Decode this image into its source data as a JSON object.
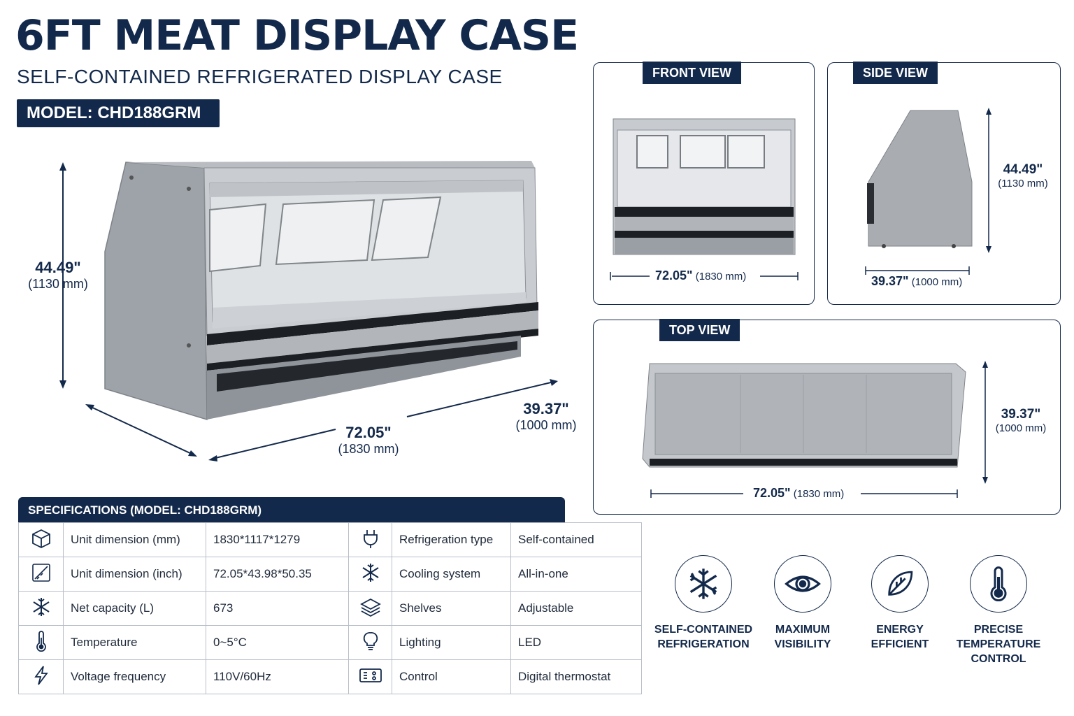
{
  "header": {
    "title": "6FT MEAT DISPLAY CASE",
    "subtitle": "SELF-CONTAINED REFRIGERATED DISPLAY CASE",
    "model": "MODEL: CHD188GRM"
  },
  "main_dimensions": {
    "height_in": "44.49\"",
    "height_mm": "(1130 mm)",
    "width_in": "72.05\"",
    "width_mm": "(1830 mm)",
    "depth_in": "39.37\"",
    "depth_mm": "(1000 mm)"
  },
  "views": {
    "front": {
      "label": "FRONT VIEW",
      "width_in": "72.05\"",
      "width_mm": "(1830 mm)"
    },
    "side": {
      "label": "SIDE VIEW",
      "height_in": "44.49\"",
      "height_mm": "(1130 mm)",
      "depth_in": "39.37\"",
      "depth_mm": "(1000 mm)"
    },
    "top": {
      "label": "TOP VIEW",
      "depth_in": "39.37\"",
      "depth_mm": "(1000 mm)",
      "width_in": "72.05\"",
      "width_mm": "(1830 mm)"
    }
  },
  "specifications": {
    "header": "SPECIFICATIONS (MODEL: CHD188GRM)",
    "rows": [
      {
        "icon_left": "cube-icon",
        "label_left": "Unit dimension (mm)",
        "value_left": "1830*1117*1279",
        "icon_right": "plug-icon",
        "label_right": "Refrigeration type",
        "value_right": "Self-contained"
      },
      {
        "icon_left": "ruler-square-icon",
        "label_left": "Unit dimension (inch)",
        "value_left": "72.05*43.98*50.35",
        "icon_right": "snowflake-icon",
        "label_right": "Cooling system",
        "value_right": "All-in-one"
      },
      {
        "icon_left": "snowflake-icon",
        "label_left": "Net capacity (L)",
        "value_left": "673",
        "icon_right": "layers-icon",
        "label_right": "Shelves",
        "value_right": "Adjustable"
      },
      {
        "icon_left": "thermometer-icon",
        "label_left": "Temperature",
        "value_left": "0~5°C",
        "icon_right": "lightbulb-icon",
        "label_right": "Lighting",
        "value_right": "LED"
      },
      {
        "icon_left": "lightning-icon",
        "label_left": "Voltage frequency",
        "value_left": "110V/60Hz",
        "icon_right": "control-panel-icon",
        "label_right": "Control",
        "value_right": "Digital thermostat"
      }
    ]
  },
  "features": [
    {
      "icon": "snowflake-icon",
      "label": "SELF-CONTAINED\nREFRIGERATION"
    },
    {
      "icon": "eye-icon",
      "label": "MAXIMUM\nVISIBILITY"
    },
    {
      "icon": "leaf-icon",
      "label": "ENERGY\nEFFICIENT"
    },
    {
      "icon": "thermometer-icon",
      "label": "PRECISE\nTEMPERATURE\nCONTROL"
    }
  ],
  "colors": {
    "navy": "#13294b",
    "steel": "#a9adb2",
    "glass": "#d7dadd"
  }
}
